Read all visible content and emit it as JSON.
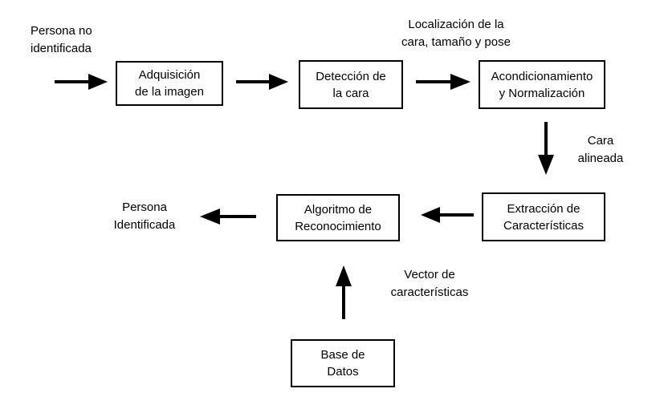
{
  "labels": {
    "input": "Persona no\nidentificada",
    "localization": "Localización de la\ncara, tamaño y pose",
    "aligned": "Cara\nalineada",
    "output": "Persona\nIdentificada",
    "features_vector": "Vector de\ncaracterísticas"
  },
  "boxes": {
    "acquisition": "Adquisición\nde la imagen",
    "detection": "Detección de\nla cara",
    "conditioning": "Acondicionamiento\ny Normalización",
    "extraction": "Extracción de\nCaracterísticas",
    "algorithm": "Algoritmo de\nReconocimiento",
    "database": "Base de\nDatos"
  },
  "colors": {
    "stroke": "#000000",
    "background": "#ffffff"
  }
}
